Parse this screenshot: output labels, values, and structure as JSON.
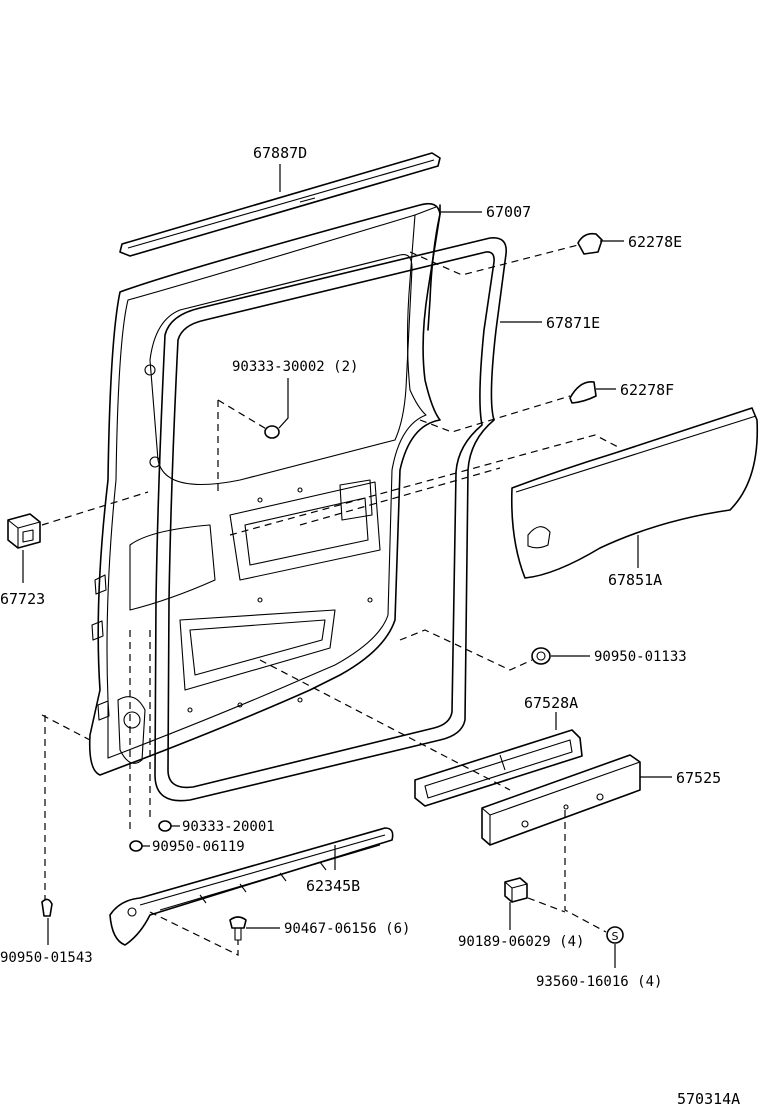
{
  "diagram": {
    "drawing_number": "570314A",
    "parts": [
      {
        "key": "p67887D",
        "number": "67887D"
      },
      {
        "key": "p67007",
        "number": "67007"
      },
      {
        "key": "p62278E",
        "number": "62278E"
      },
      {
        "key": "p67871E",
        "number": "67871E"
      },
      {
        "key": "p90333_30002",
        "number": "90333-30002 (2)"
      },
      {
        "key": "p62278F",
        "number": "62278F"
      },
      {
        "key": "p67723",
        "number": "67723"
      },
      {
        "key": "p67851A",
        "number": "67851A"
      },
      {
        "key": "p90950_01133",
        "number": "90950-01133"
      },
      {
        "key": "p67528A",
        "number": "67528A"
      },
      {
        "key": "p67525",
        "number": "67525"
      },
      {
        "key": "p90333_20001",
        "number": "90333-20001"
      },
      {
        "key": "p90950_06119",
        "number": "90950-06119"
      },
      {
        "key": "p62345B",
        "number": "62345B"
      },
      {
        "key": "p90467_06156",
        "number": "90467-06156 (6)"
      },
      {
        "key": "p90189_06029",
        "number": "90189-06029 (4)"
      },
      {
        "key": "p93560_16016",
        "number": "93560-16016 (4)"
      },
      {
        "key": "p90950_01543",
        "number": "90950-01543"
      }
    ]
  }
}
